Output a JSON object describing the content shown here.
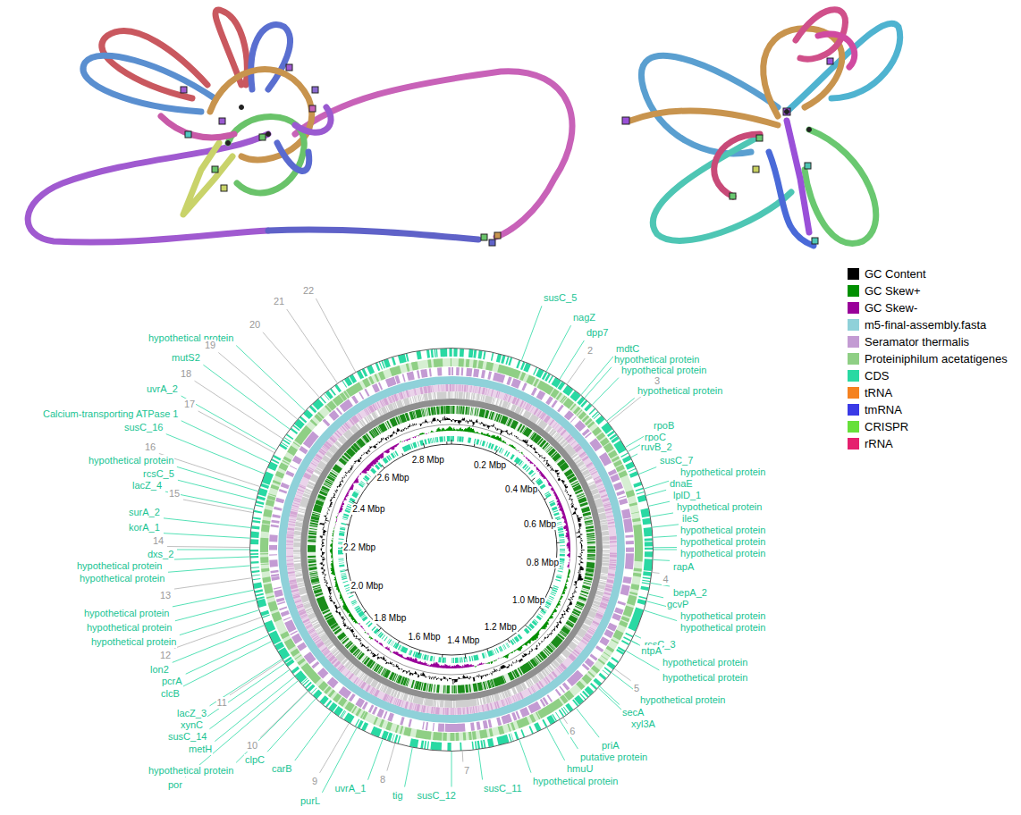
{
  "diagram": {
    "labels": [
      "susC_5",
      "nagZ",
      "dpp7",
      "mdtC",
      "hypothetical protein",
      "hypothetical protein",
      "hypothetical protein",
      "rpoB",
      "rpoC",
      "ruvB_2",
      "susC_7",
      "hypothetical protein",
      "dnaE",
      "lplD_1",
      "hypothetical protein",
      "ileS",
      "hypothetical protein",
      "hypothetical protein",
      "hypothetical protein",
      "rapA",
      "bepA_2",
      "gcvP",
      "hypothetical protein",
      "hypothetical protein",
      "rcsC_3",
      "ntpA",
      "hypothetical protein",
      "hypothetical protein",
      "hypothetical protein",
      "secA",
      "xyl3A",
      "priA",
      "putative protein",
      "hmuU",
      "hypothetical protein",
      "susC_11",
      "susC_12",
      "tig",
      "uvrA_1",
      "purL",
      "carB",
      "clpC",
      "hypothetical protein",
      "por",
      "metH",
      "susC_14",
      "xynC",
      "lacZ_3",
      "clcB",
      "pcrA",
      "lon2",
      "hypothetical protein",
      "hypothetical protein",
      "hypothetical protein",
      "hypothetical protein",
      "hypothetical protein",
      "dxs_2",
      "korA_1",
      "surA_2",
      "lacZ_4",
      "rcsC_5",
      "hypothetical protein",
      "susC_16",
      "Calcium-transporting ATPase 1",
      "uvrA_2",
      "mutS2",
      "hypothetical protein",
      "2",
      "3",
      "4",
      "5",
      "6",
      "7",
      "8",
      "9",
      "10",
      "11",
      "12",
      "13",
      "14",
      "15",
      "16",
      "17",
      "18",
      "19",
      "20",
      "21",
      "22",
      "0.2 Mbp",
      "0.4 Mbp",
      "0.6 Mbp",
      "0.8 Mbp",
      "1.0 Mbp",
      "1.2 Mbp",
      "1.4 Mbp",
      "1.6 Mbp",
      "1.8 Mbp",
      "2.0 Mbp",
      "2.2 Mbp",
      "2.4 Mbp",
      "2.6 Mbp",
      "2.8 Mbp"
    ],
    "legend": [
      {
        "text": "GC Content",
        "color": "#000000"
      },
      {
        "text": "GC Skew+",
        "color": "#008f00"
      },
      {
        "text": "GC Skew-",
        "color": "#990099"
      },
      {
        "text": "m5-final-assembly.fasta",
        "color": "#8fd1d9"
      },
      {
        "text": "Seramator thermalis",
        "color": "#c39bd3"
      },
      {
        "text": "Proteiniphilum acetatigenes",
        "color": "#8fcf85"
      },
      {
        "text": "CDS",
        "color": "#29d9a3"
      },
      {
        "text": "tRNA",
        "color": "#f58220"
      },
      {
        "text": "tmRNA",
        "color": "#3a3ae6"
      },
      {
        "text": "CRISPR",
        "color": "#66e03a"
      },
      {
        "text": "rRNA",
        "color": "#e5206e"
      }
    ]
  }
}
